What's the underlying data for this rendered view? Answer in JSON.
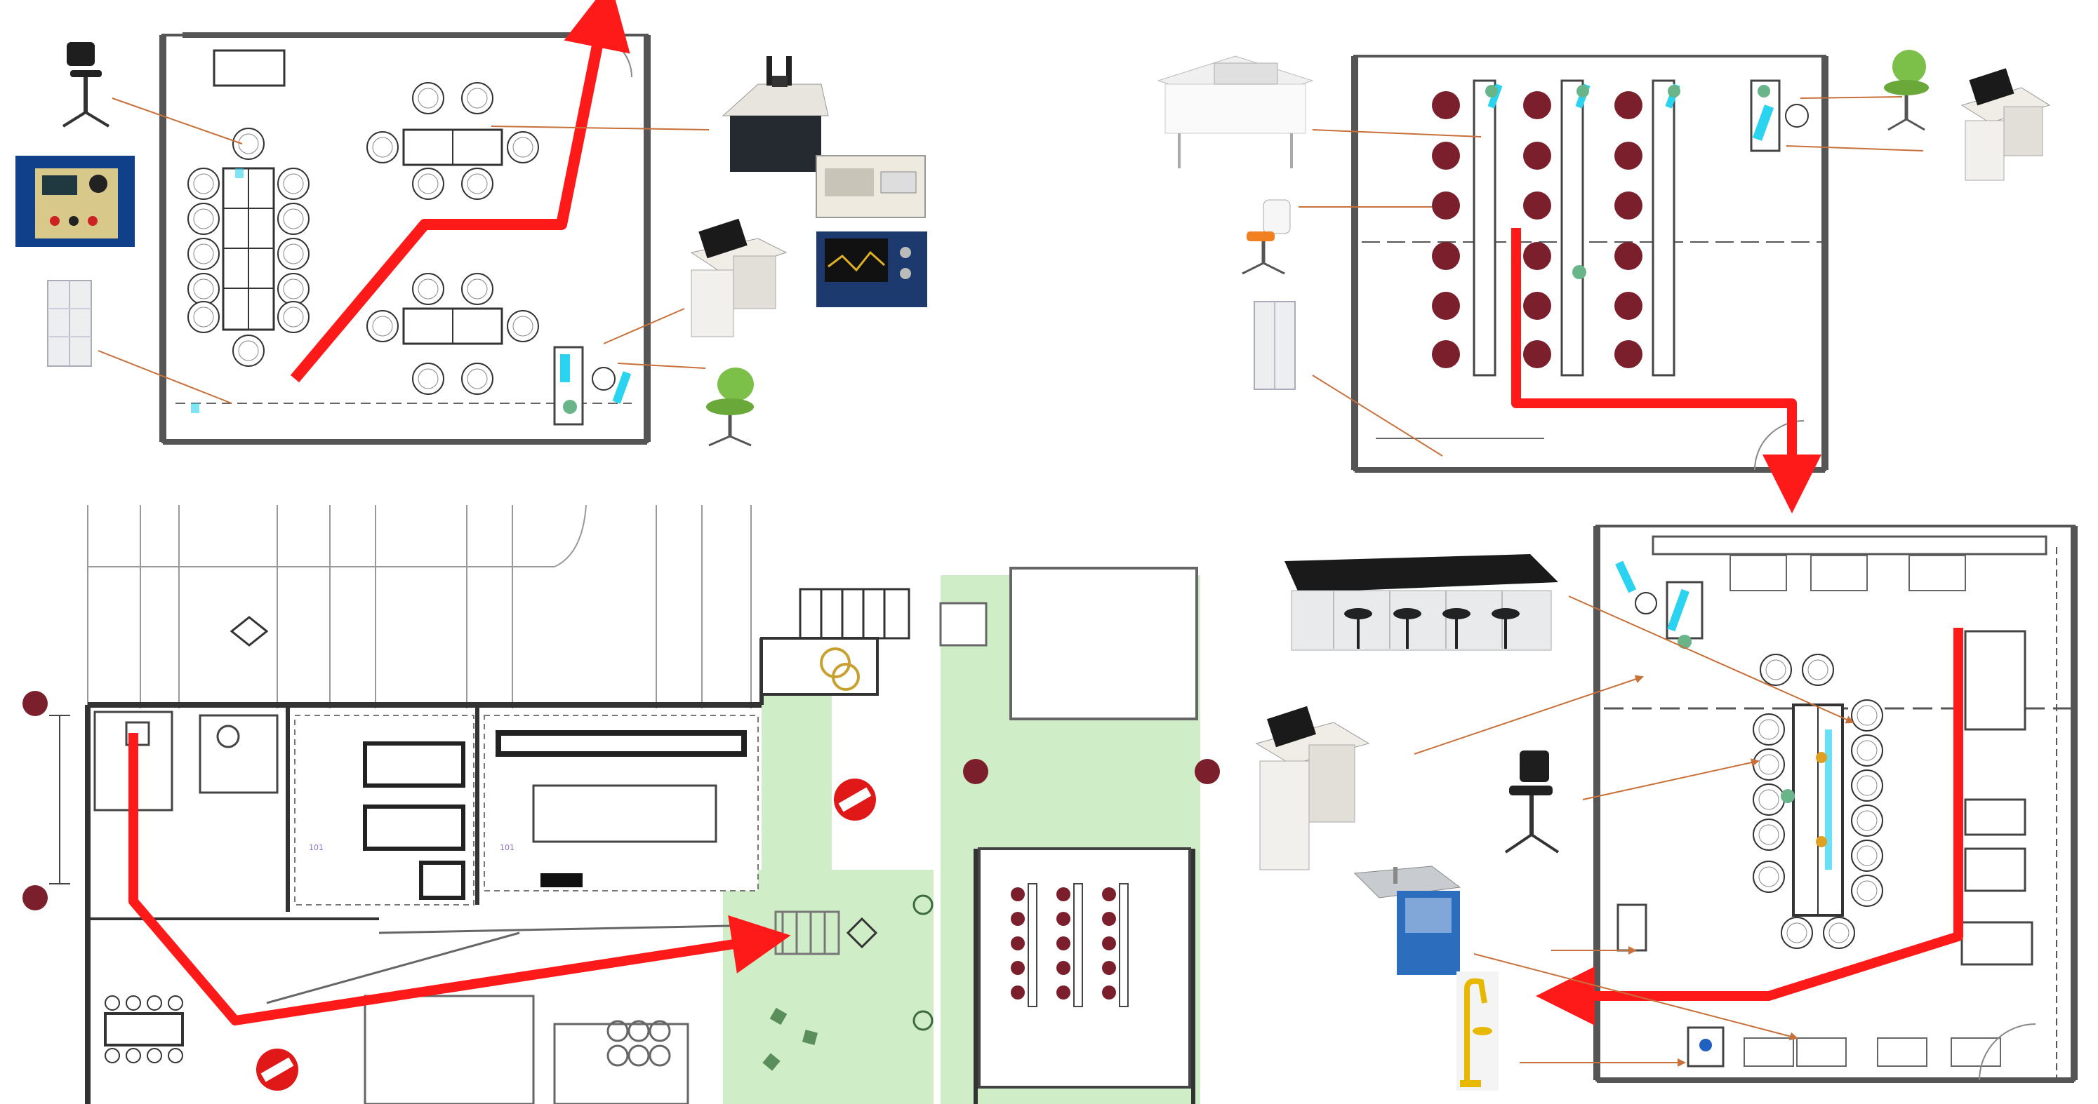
{
  "diagram": {
    "title": "",
    "colors": {
      "route_arrow": "#ff1a1a",
      "leader_line": "#c8703a",
      "seat": "#7a1f2b",
      "green_space": "#cfeec8",
      "wall": "#555555",
      "no_entry": "#e01818",
      "cyan_marker": "#2ad3ef",
      "room_label": "#b07be0"
    },
    "panels": [
      {
        "id": "top-left",
        "kind": "teaching lab floor plan with furniture photos"
      },
      {
        "id": "top-right",
        "kind": "computer lab floor plan with seating"
      },
      {
        "id": "bottom-left",
        "kind": "building floor plan with route"
      },
      {
        "id": "bottom-right",
        "kind": "wet lab floor plan with furniture photos"
      }
    ],
    "room_labels": [
      "101",
      "101"
    ],
    "icons": [
      "lab-stool-icon",
      "power-supply-icon",
      "storage-cabinet-icon",
      "demo-bench-icon",
      "instrument-icon",
      "oscilloscope-icon",
      "lecture-podium-icon",
      "green-chair-icon",
      "workstation-desk-icon",
      "task-chair-icon",
      "lab-bench-icon",
      "sink-icon",
      "eyewash-icon",
      "no-entry-icon",
      "tree-icon"
    ]
  }
}
